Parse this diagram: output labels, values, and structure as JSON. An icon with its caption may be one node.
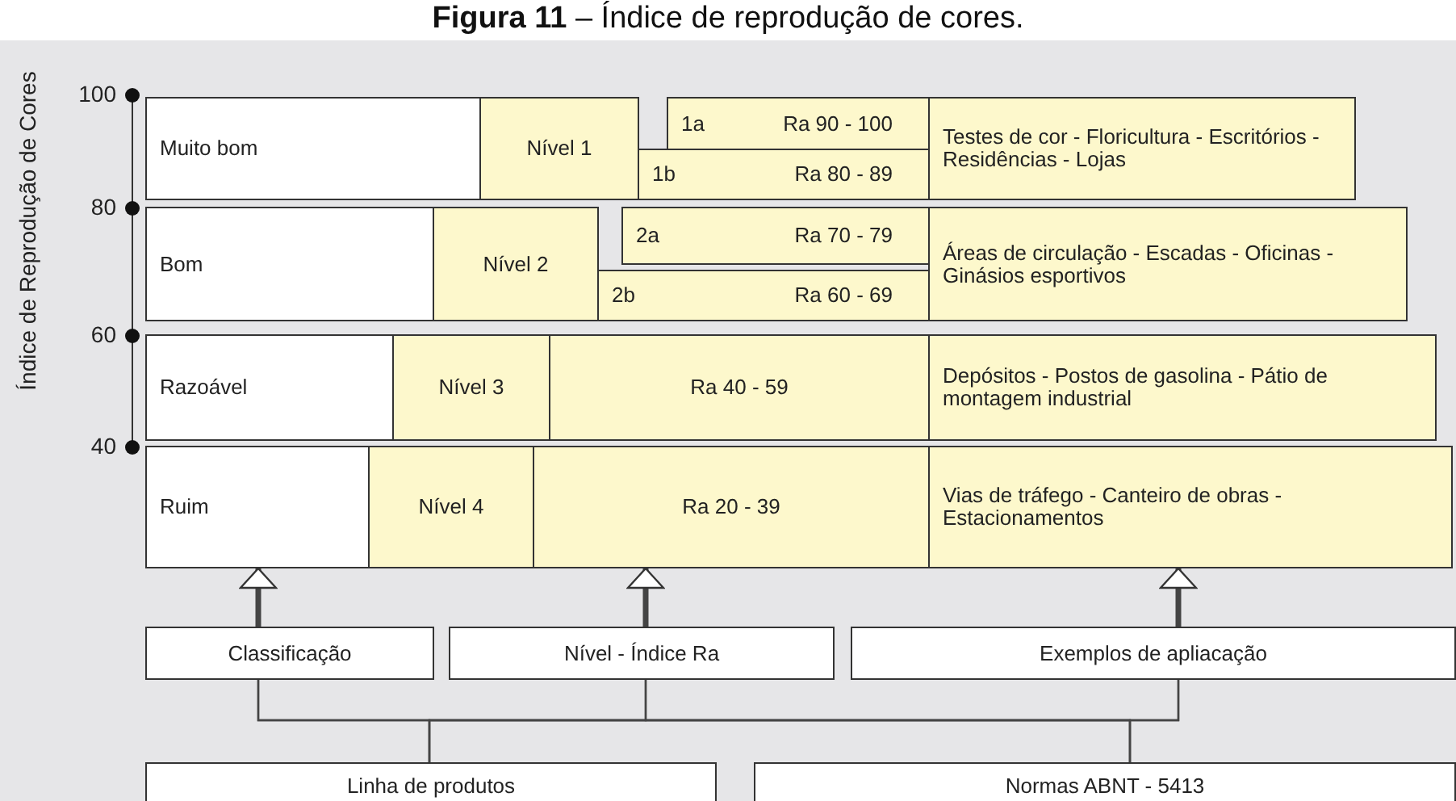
{
  "diagram": {
    "title": "**Figura 11** – Índice de reprodução de cores.",
    "nodes": [
      {
        "text": [
          "Muito bom"
        ]
      },
      {
        "text": [
          "Nível 1"
        ]
      },
      {
        "text": [
          "1a",
          "Ra 90 - 100"
        ]
      },
      {
        "text": [
          "1b",
          "Ra 80 - 89"
        ]
      },
      {
        "text": [
          "Testes de cor - Floricultura - Escritórios - Residências - Lojas"
        ]
      },
      {
        "text": [
          "Bom"
        ]
      },
      {
        "text": [
          "Nível 2"
        ]
      },
      {
        "text": [
          "2a",
          "Ra 70 - 79"
        ]
      },
      {
        "text": [
          "2b",
          "Ra 60 - 69"
        ]
      },
      {
        "text": [
          "Áreas de circulação - Escadas - Oficinas - Ginásios esportivos"
        ]
      },
      {
        "text": [
          "Razoável"
        ]
      },
      {
        "text": [
          "Nível 3"
        ]
      },
      {
        "text": [
          "Ra 40 - 59"
        ]
      },
      {
        "text": [
          "Depósitos - Postos de gasolina - Pátio de montagem industrial"
        ]
      },
      {
        "text": [
          "Ruim"
        ]
      },
      {
        "text": [
          "Nível 4"
        ]
      },
      {
        "text": [
          "Ra 20 - 39"
        ]
      },
      {
        "text": [
          "Vias de tráfego - Canteiro de obras - Estacionamentos"
        ]
      },
      {
        "text": [
          "Classificação"
        ]
      },
      {
        "text": [
          "Nível - Índice Ra"
        ]
      },
      {
        "text": [
          "Exemplos de apliacação"
        ]
      },
      {
        "text": [
          "Linha de produtos"
        ]
      },
      {
        "text": [
          "Normas ABNT - 5413"
        ]
      }
    ],
    "edges": [
      {
        "from": 18,
        "to": 14,
        "arrow": "to",
        "style": "thick"
      },
      {
        "from": 19,
        "to": 16,
        "arrow": "to",
        "style": "thick"
      },
      {
        "from": 20,
        "to": 17,
        "arrow": "to",
        "style": "thick"
      },
      {
        "from": 18,
        "to": 21,
        "arrow": "none"
      },
      {
        "from": 19,
        "to": 21,
        "arrow": "none"
      },
      {
        "from": 20,
        "to": 21,
        "arrow": "none"
      },
      {
        "from": 18,
        "to": 22,
        "arrow": "none"
      },
      {
        "from": 19,
        "to": 22,
        "arrow": "none"
      },
      {
        "from": 20,
        "to": 22,
        "arrow": "none"
      }
    ],
    "labels": [
      "Índice de Reprodução de Cores",
      "100",
      "80",
      "60",
      "40"
    ]
  }
}
